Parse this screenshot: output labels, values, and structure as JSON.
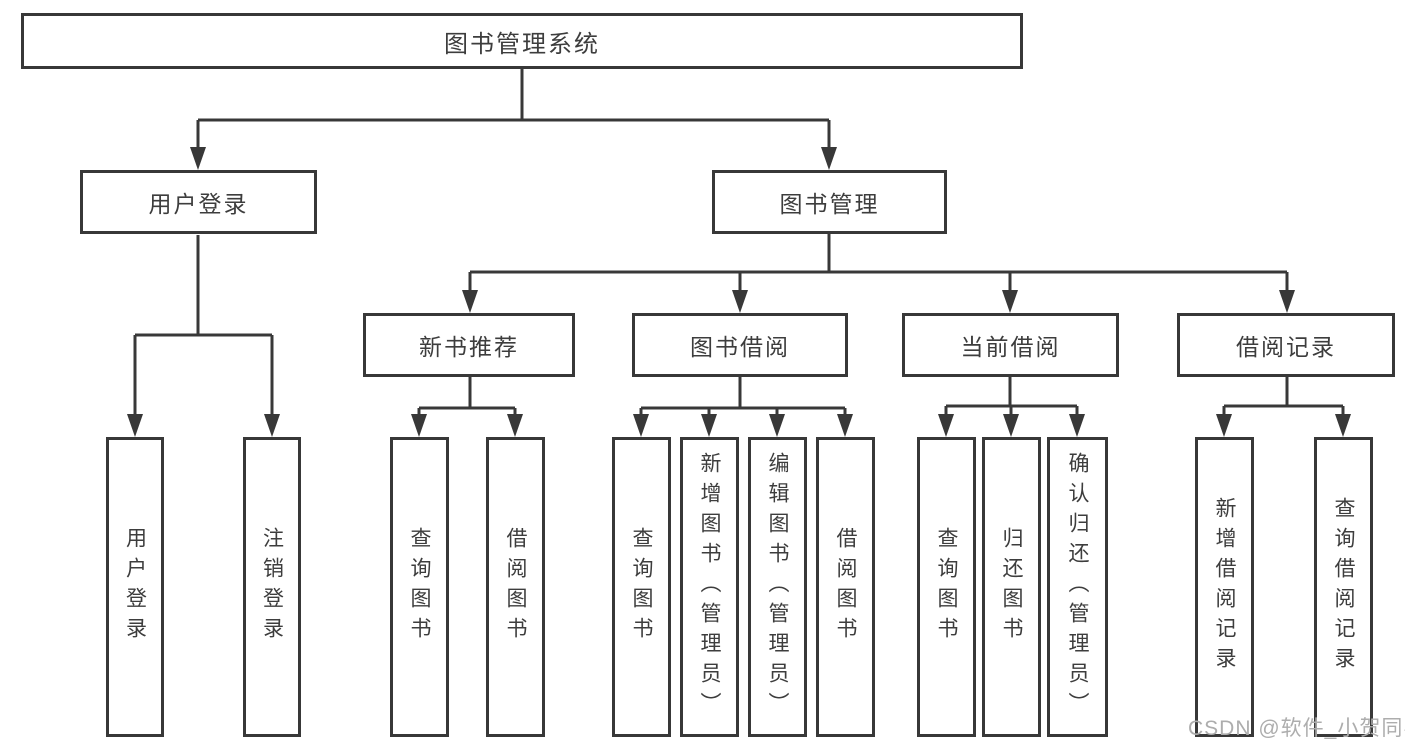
{
  "tree": {
    "root": {
      "label": "图书管理系统"
    },
    "children": [
      {
        "label": "用户登录",
        "children": [
          {
            "label": "用户登录"
          },
          {
            "label": "注销登录"
          }
        ]
      },
      {
        "label": "图书管理",
        "children": [
          {
            "label": "新书推荐",
            "children": [
              {
                "label": "查询图书"
              },
              {
                "label": "借阅图书"
              }
            ]
          },
          {
            "label": "图书借阅",
            "children": [
              {
                "label": "查询图书"
              },
              {
                "label": "新增图书（管理员）"
              },
              {
                "label": "编辑图书（管理员）"
              },
              {
                "label": "借阅图书"
              }
            ]
          },
          {
            "label": "当前借阅",
            "children": [
              {
                "label": "查询图书"
              },
              {
                "label": "归还图书"
              },
              {
                "label": "确认归还（管理员）"
              }
            ]
          },
          {
            "label": "借阅记录",
            "children": [
              {
                "label": "新增借阅记录"
              },
              {
                "label": "查询借阅记录"
              }
            ]
          }
        ]
      }
    ]
  },
  "watermark": {
    "text": "CSDN @软件_小贺同学"
  },
  "colors": {
    "line": "#383838",
    "text": "#3d3d3d",
    "watermark": "#adadad",
    "background": "#ffffff"
  }
}
